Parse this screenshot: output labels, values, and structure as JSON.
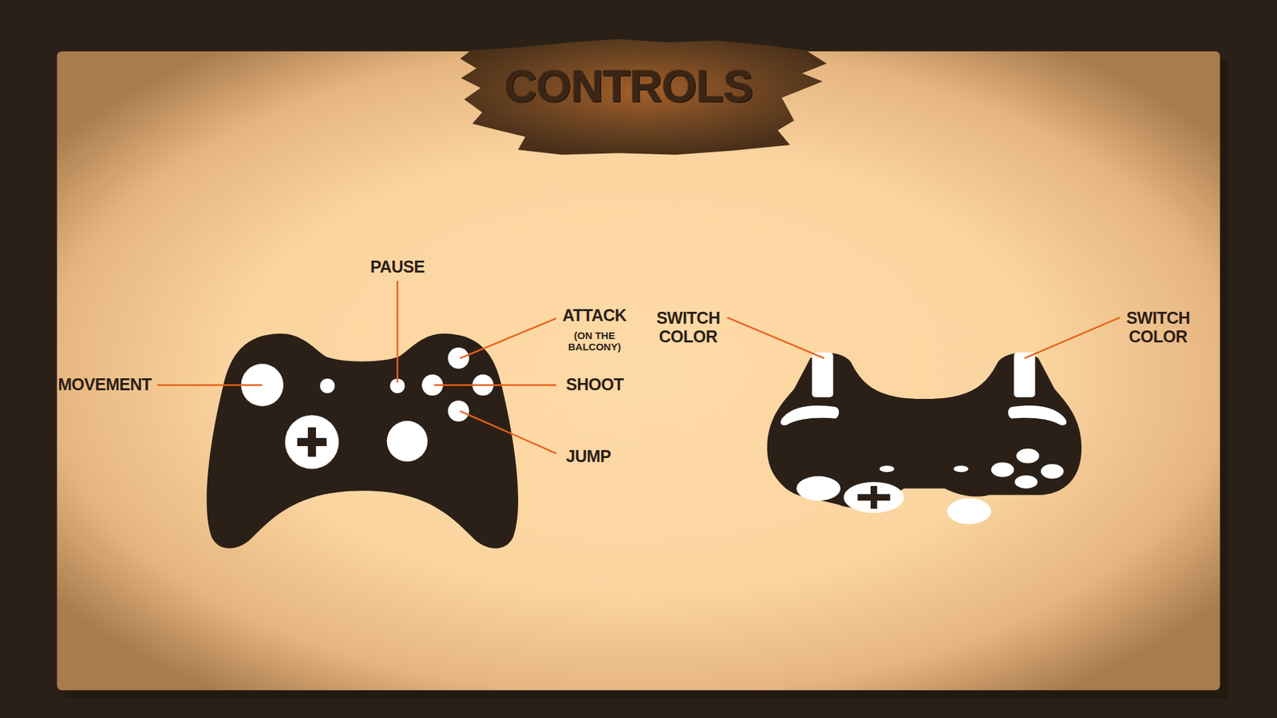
{
  "diagram": {
    "title": "CONTROLS",
    "labels": [
      "PAUSE",
      "ATTACK",
      "(ON THE BALCONY)",
      "MOVEMENT",
      "SHOOT",
      "JUMP",
      "SWITCH COLOR",
      "SWITCH COLOR"
    ]
  }
}
